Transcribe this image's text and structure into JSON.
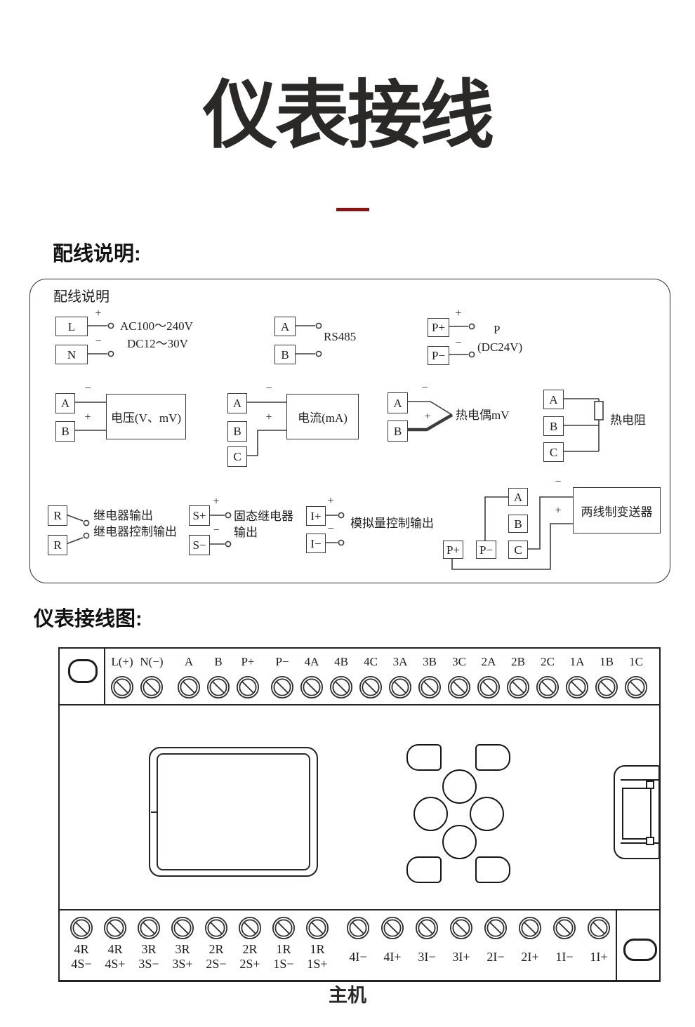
{
  "page": {
    "title": "仪表接线",
    "section1": "配线说明:",
    "section2": "仪表接线图:",
    "footer": "主机",
    "accent_color": "#8a1414"
  },
  "wiring_panel": {
    "label": "配线说明",
    "power": {
      "t1": "L",
      "t2": "N",
      "plus": "+",
      "minus": "−",
      "line1": "AC100～240V",
      "line2": "DC12～30V"
    },
    "rs485": {
      "t1": "A",
      "t2": "B",
      "label": "RS485"
    },
    "aux_power": {
      "t1": "P+",
      "t2": "P−",
      "plus": "+",
      "minus": "−",
      "label": "P",
      "sublabel": "(DC24V)"
    },
    "voltage": {
      "t1": "A",
      "t2": "B",
      "minus": "−",
      "plus": "+",
      "label": "电压(V、mV)"
    },
    "current": {
      "t1": "A",
      "t2": "B",
      "t3": "C",
      "minus": "−",
      "plus": "+",
      "label": "电流(mA)"
    },
    "thermocouple": {
      "t1": "A",
      "t2": "B",
      "minus": "−",
      "plus": "+",
      "label": "热电偶mV"
    },
    "rtd": {
      "t1": "A",
      "t2": "B",
      "t3": "C",
      "label": "热电阻"
    },
    "relay": {
      "t1": "R",
      "t2": "R",
      "line1": "继电器输出",
      "line2": "继电器控制输出"
    },
    "ssr": {
      "t1": "S+",
      "t2": "S−",
      "plus": "+",
      "minus": "−",
      "line1": "固态继电器",
      "line2": "输出"
    },
    "analog": {
      "t1": "I+",
      "t2": "I−",
      "plus": "+",
      "minus": "−",
      "label": "模拟量控制输出"
    },
    "transmitter": {
      "p_plus": "P+",
      "p_minus": "P−",
      "a": "A",
      "b": "B",
      "c": "C",
      "minus": "−",
      "plus": "+",
      "label": "两线制变送器"
    }
  },
  "device": {
    "top_terminals": {
      "group1": [
        "L(+)",
        "N(−)"
      ],
      "group2": [
        "A",
        "B",
        "P+"
      ],
      "group3": [
        "P−",
        "4A",
        "4B",
        "4C",
        "3A",
        "3B",
        "3C",
        "2A",
        "2B",
        "2C",
        "1A",
        "1B",
        "1C"
      ]
    },
    "bottom_relay_terminals": [
      {
        "top": "4R",
        "bottom": "4S−"
      },
      {
        "top": "4R",
        "bottom": "4S+"
      },
      {
        "top": "3R",
        "bottom": "3S−"
      },
      {
        "top": "3R",
        "bottom": "3S+"
      },
      {
        "top": "2R",
        "bottom": "2S−"
      },
      {
        "top": "2R",
        "bottom": "2S+"
      },
      {
        "top": "1R",
        "bottom": "1S−"
      },
      {
        "top": "1R",
        "bottom": "1S+"
      }
    ],
    "bottom_current_terminals": [
      "4I−",
      "4I+",
      "3I−",
      "3I+",
      "2I−",
      "2I+",
      "1I−",
      "1I+"
    ]
  }
}
